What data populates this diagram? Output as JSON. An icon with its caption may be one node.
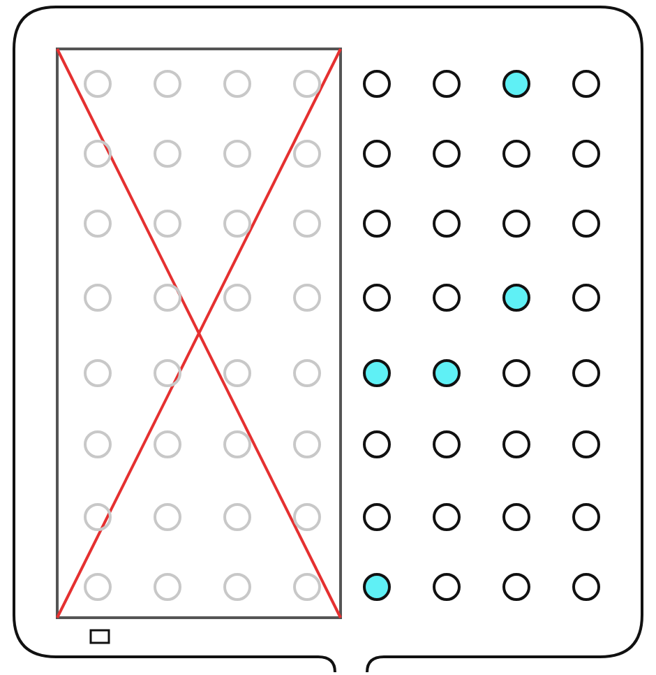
{
  "diagram": {
    "nodes": [
      {
        "text": [],
        "shape": "circle"
      },
      {
        "text": [],
        "shape": "circle"
      },
      {
        "text": [],
        "shape": "circle"
      },
      {
        "text": [],
        "shape": "circle"
      },
      {
        "text": [],
        "shape": "circle"
      },
      {
        "text": [],
        "shape": "circle"
      },
      {
        "text": [],
        "shape": "circle"
      },
      {
        "text": [],
        "shape": "circle"
      },
      {
        "text": [],
        "shape": "circle"
      },
      {
        "text": [],
        "shape": "circle"
      },
      {
        "text": [],
        "shape": "circle"
      },
      {
        "text": [],
        "shape": "circle"
      },
      {
        "text": [],
        "shape": "circle"
      },
      {
        "text": [],
        "shape": "circle"
      },
      {
        "text": [],
        "shape": "circle"
      },
      {
        "text": [],
        "shape": "circle"
      },
      {
        "text": [],
        "shape": "circle"
      },
      {
        "text": [],
        "shape": "circle"
      },
      {
        "text": [],
        "shape": "circle"
      },
      {
        "text": [],
        "shape": "circle"
      },
      {
        "text": [],
        "shape": "circle"
      },
      {
        "text": [],
        "shape": "circle"
      },
      {
        "text": [],
        "shape": "circle"
      },
      {
        "text": [],
        "shape": "circle"
      },
      {
        "text": [],
        "shape": "circle"
      },
      {
        "text": [],
        "shape": "circle"
      },
      {
        "text": [],
        "shape": "circle"
      },
      {
        "text": [],
        "shape": "circle"
      },
      {
        "text": [],
        "shape": "circle"
      },
      {
        "text": [],
        "shape": "circle"
      },
      {
        "text": [],
        "shape": "circle"
      },
      {
        "text": [],
        "shape": "circle"
      },
      {
        "text": [],
        "shape": "circle"
      },
      {
        "text": [],
        "shape": "circle"
      },
      {
        "text": [],
        "shape": "circle"
      },
      {
        "text": [],
        "shape": "circle"
      },
      {
        "text": [],
        "shape": "circle"
      },
      {
        "text": [],
        "shape": "circle"
      },
      {
        "text": [],
        "shape": "circle"
      },
      {
        "text": [],
        "shape": "circle"
      },
      {
        "text": [],
        "shape": "circle"
      },
      {
        "text": [],
        "shape": "circle"
      },
      {
        "text": [],
        "shape": "circle"
      },
      {
        "text": [],
        "shape": "circle"
      },
      {
        "text": [],
        "shape": "circle"
      },
      {
        "text": [],
        "shape": "circle"
      },
      {
        "text": [],
        "shape": "circle"
      },
      {
        "text": [],
        "shape": "circle"
      },
      {
        "text": [],
        "shape": "circle"
      },
      {
        "text": [],
        "shape": "circle"
      },
      {
        "text": [],
        "shape": "circle"
      },
      {
        "text": [],
        "shape": "circle"
      },
      {
        "text": [],
        "shape": "circle"
      },
      {
        "text": [],
        "shape": "circle"
      },
      {
        "text": [],
        "shape": "circle"
      },
      {
        "text": [],
        "shape": "circle"
      },
      {
        "text": [],
        "shape": "circle"
      },
      {
        "text": [],
        "shape": "circle"
      },
      {
        "text": [],
        "shape": "circle"
      },
      {
        "text": [],
        "shape": "circle"
      },
      {
        "text": [],
        "shape": "circle"
      },
      {
        "text": [],
        "shape": "circle"
      },
      {
        "text": [],
        "shape": "circle"
      },
      {
        "text": [],
        "shape": "circle"
      }
    ]
  }
}
